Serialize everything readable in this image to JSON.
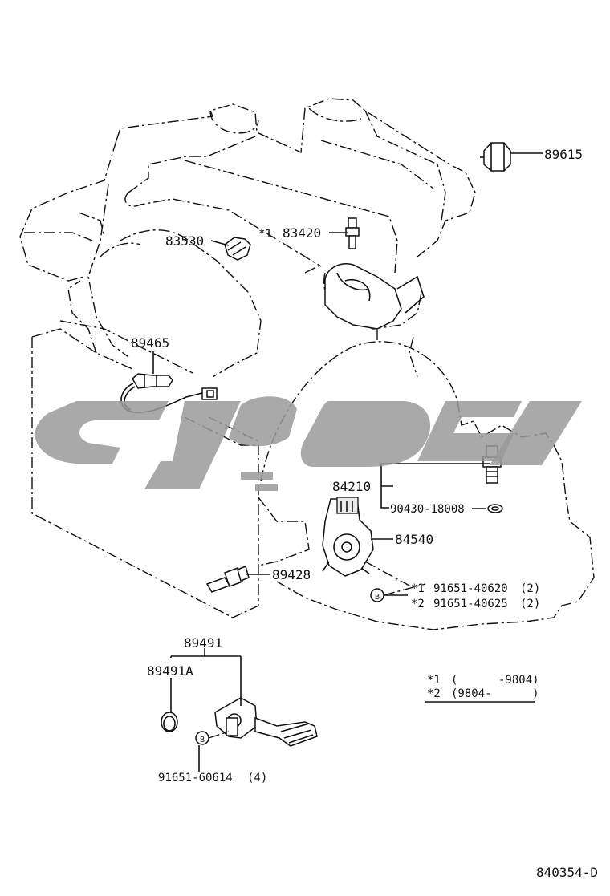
{
  "diagram": {
    "parts": {
      "p89615": "89615",
      "p83530": "83530",
      "p83420_mark": "*1",
      "p83420": "83420",
      "p89465": "89465",
      "p84210": "84210",
      "p90430": "90430-18008",
      "p84540": "84540",
      "p89428": "89428",
      "b1_mark": "*1",
      "b1_code": "91651-40620",
      "b1_qty": "(2)",
      "b2_mark": "*2",
      "b2_code": "91651-40625",
      "b2_qty": "(2)",
      "p89491": "89491",
      "p89491A": "89491A",
      "p91651_60614": "91651-60614",
      "p91651_60614_qty": "(4)"
    },
    "bolt_symbol": "B",
    "legend": {
      "row1_mark": "*1",
      "row1_text": "(      -9804)",
      "row2_mark": "*2",
      "row2_text": "(9804-      )"
    },
    "ref_code": "840354-D"
  },
  "colors": {
    "line": "#111111",
    "watermark": "#9a9a9a",
    "background": "#ffffff"
  }
}
